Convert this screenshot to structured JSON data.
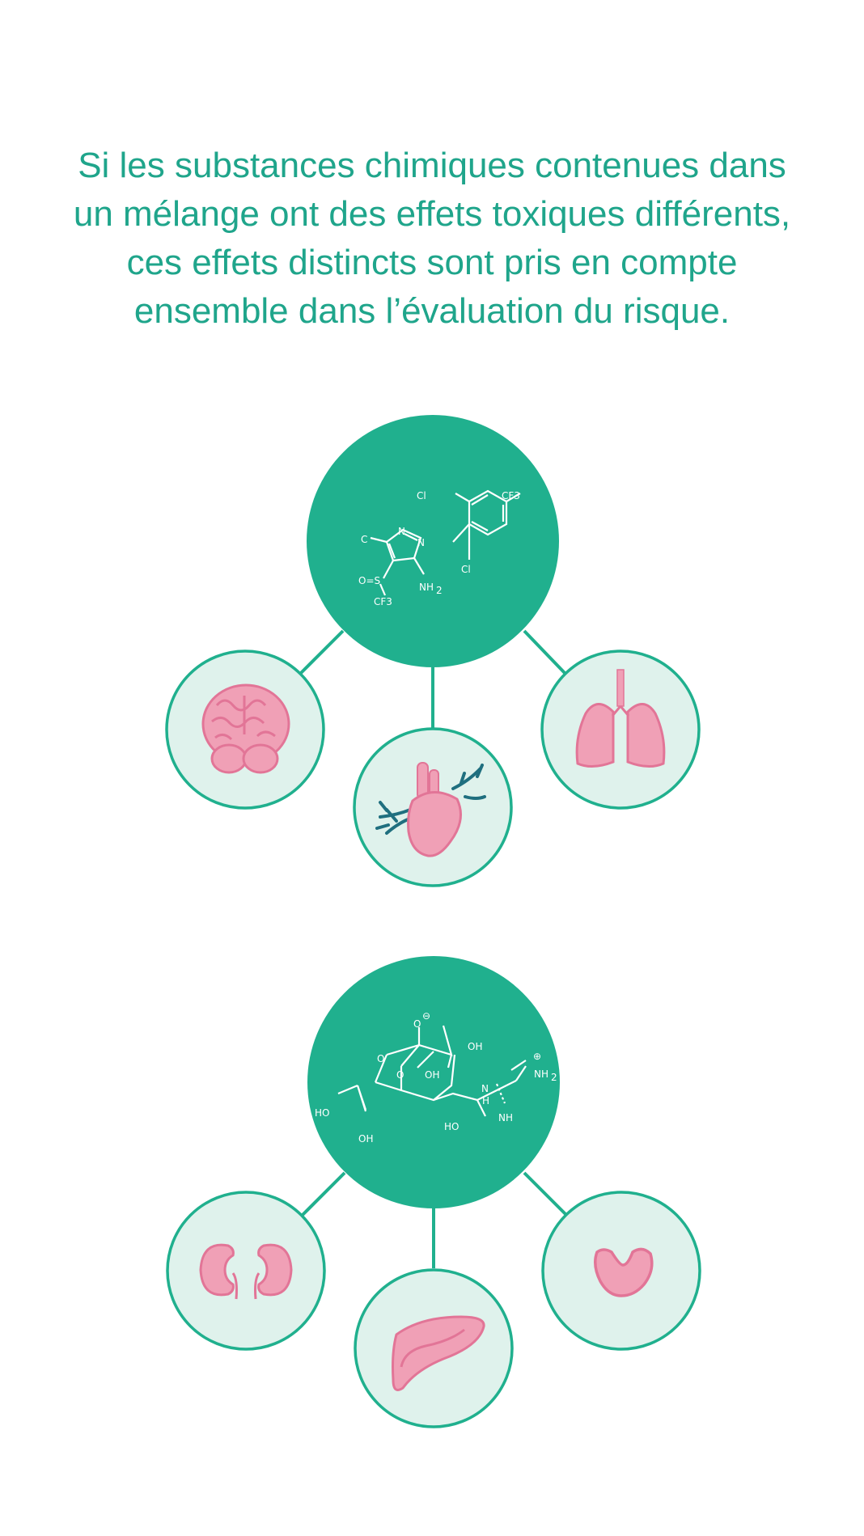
{
  "headline": {
    "lines": [
      "Si les substances chimiques contenues dans",
      "un mélange ont des effets toxiques différents,",
      "ces effets distincts sont pris en compte",
      "ensemble dans l’évaluation du risque."
    ]
  },
  "colors": {
    "accent": "#20b08e",
    "headline": "#1fa58b",
    "organ_circle_fill": "#dff2ec",
    "organ_pink": "#f0a0b6",
    "organ_pink_dark": "#e27597",
    "vessel_teal": "#1f6f7f"
  },
  "molecule_1": {
    "name": "molecule-fipronil-like",
    "labels": {
      "cl_top": "Cl",
      "cf3_top": "CF3",
      "n_ring": "N",
      "n1_ring": "N",
      "c_left": "C",
      "cl_bottom": "Cl",
      "so": "O=S",
      "nh2": "NH",
      "nh2_sub": "2",
      "cf3_bottom": "CF3"
    },
    "organs": [
      "brain-icon",
      "heart-icon",
      "lungs-icon"
    ]
  },
  "molecule_2": {
    "name": "molecule-tetrodotoxin-like",
    "labels": {
      "o_minus": "O",
      "minus": "⊖",
      "oh_top": "OH",
      "plus": "⊕",
      "nh2": "NH",
      "nh2_sub": "2",
      "o_ring1": "O",
      "o_ring2": "O",
      "oh_mid": "OH",
      "n_h": "N",
      "h": "H",
      "ho_left": "HO",
      "oh_bottom": "OH",
      "ho_bottom": "HO",
      "nh": "NH"
    },
    "organs": [
      "kidneys-icon",
      "liver-icon",
      "stomach-icon"
    ]
  }
}
